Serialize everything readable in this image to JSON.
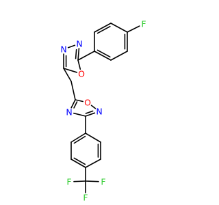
{
  "atom_colors": {
    "N": "#0000ff",
    "O": "#ff0000",
    "F": "#33cc33"
  },
  "atoms": [
    {
      "id": "F1",
      "element": "F",
      "label": "F"
    },
    {
      "id": "N1",
      "element": "N",
      "label": "N"
    },
    {
      "id": "N2",
      "element": "N",
      "label": "N"
    },
    {
      "id": "O1",
      "element": "O",
      "label": "O"
    },
    {
      "id": "O2",
      "element": "O",
      "label": "O"
    },
    {
      "id": "N3",
      "element": "N",
      "label": "N"
    },
    {
      "id": "N4",
      "element": "N",
      "label": "N"
    },
    {
      "id": "F2",
      "element": "F",
      "label": "F"
    },
    {
      "id": "F3",
      "element": "F",
      "label": "F"
    },
    {
      "id": "F4",
      "element": "F",
      "label": "F"
    }
  ]
}
